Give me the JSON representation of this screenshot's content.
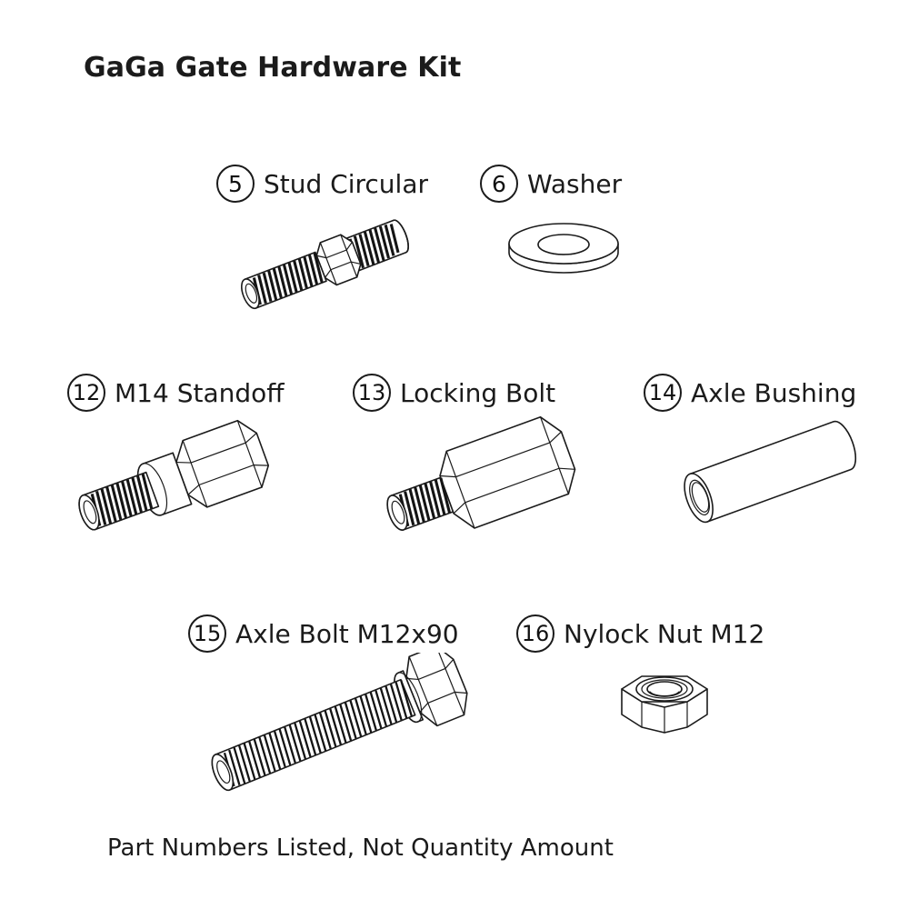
{
  "document": {
    "title": "GaGa Gate Hardware Kit",
    "footer_note": "Part Numbers Listed, Not Quantity Amount",
    "background_color": "#ffffff",
    "line_color": "#1b1b1b"
  },
  "parts": [
    {
      "number": "5",
      "name": "Stud Circular",
      "icon": "threaded-stud-icon"
    },
    {
      "number": "6",
      "name": "Washer",
      "icon": "flat-washer-icon"
    },
    {
      "number": "12",
      "name": "M14 Standoff",
      "icon": "hex-standoff-icon"
    },
    {
      "number": "13",
      "name": "Locking Bolt",
      "icon": "hex-locking-bolt-icon"
    },
    {
      "number": "14",
      "name": "Axle Bushing",
      "icon": "tube-bushing-icon"
    },
    {
      "number": "15",
      "name": "Axle Bolt M12x90",
      "icon": "hex-head-bolt-icon"
    },
    {
      "number": "16",
      "name": "Nylock Nut M12",
      "icon": "nylock-nut-icon"
    }
  ]
}
